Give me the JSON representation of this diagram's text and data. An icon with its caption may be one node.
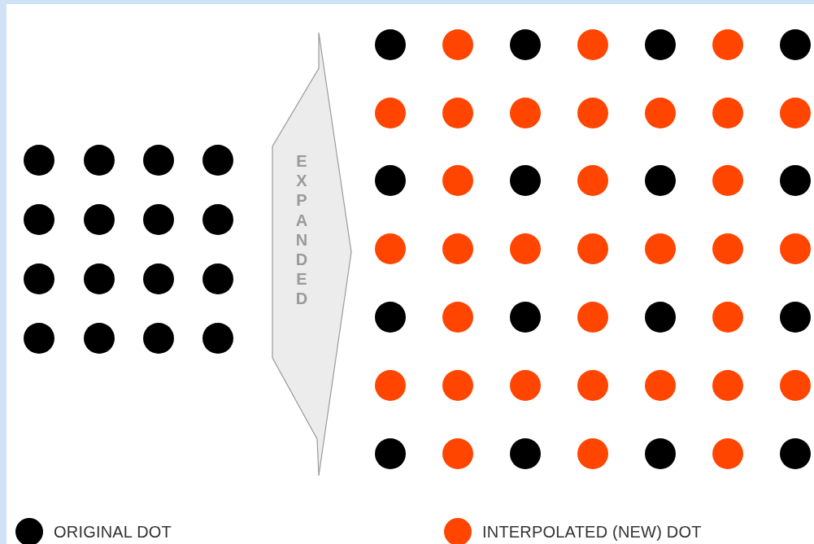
{
  "diagram": {
    "nodes": [
      {
        "text": [
          "EXPANDED"
        ]
      }
    ],
    "edges": [],
    "legend": [
      {
        "text": "ORIGINAL DOT",
        "color": "#000000"
      },
      {
        "text": "INTERPOLATED (NEW) DOT",
        "color": "#ff4500"
      }
    ]
  }
}
